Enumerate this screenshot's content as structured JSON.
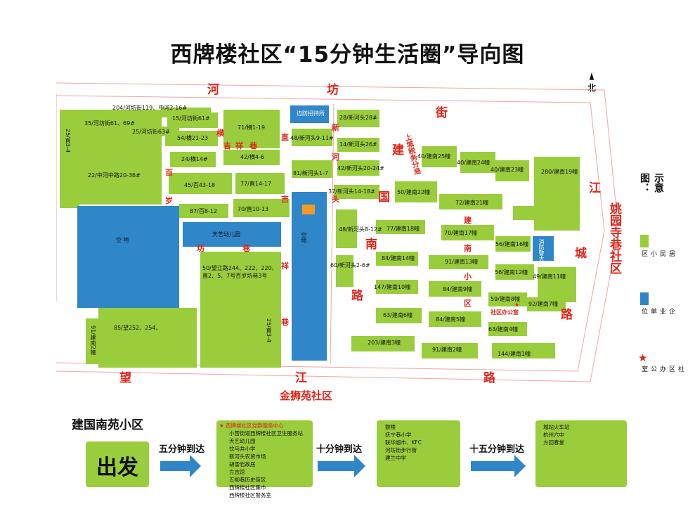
{
  "title": "西牌楼社区“15分钟生活圈”导向图",
  "north": {
    "arrow": "▲",
    "label": "北"
  },
  "roads": {
    "he": "河",
    "fang": "坊",
    "jie": "街",
    "jian1": "建",
    "guo1": "国",
    "nan1": "南",
    "lu1": "路",
    "jiang2": "江",
    "cheng2": "城",
    "lu2": "路",
    "wang": "望",
    "jiang3": "江",
    "lu3": "路",
    "bai": "百",
    "sui": "岁",
    "fang2": "坊",
    "xiang2": "巷",
    "ji": "吉",
    "xiang3": "祥",
    "xiang3b": "巷",
    "zhi1": "直",
    "ji2": "吉",
    "xiang4": "祥",
    "xiang5": "巷",
    "heng": "横",
    "xin": "新",
    "he2": "河",
    "tou": "头",
    "inner_jian": "建",
    "inner_nan": "南",
    "inner_xiao": "小",
    "inner_qu": "区"
  },
  "neighbors": {
    "yaoyuan": "姚园寺巷社区",
    "jinshiyuan": "金狮苑社区",
    "shangcheng": "上城税务分局"
  },
  "blocks": {
    "b204": "204/河坊街119、中河2-16#",
    "b35": "35/河坊街61、69#",
    "b15": "15/河坊街61#",
    "b25h": "25/河坊街63#",
    "b25v": "25/直3-4",
    "b71": "71/横1-19",
    "b54": "54/横21-23",
    "b24": "24/横14#",
    "b42": "42/横4-6",
    "b22": "22/中河中路20-36#",
    "b45": "45/百43-18",
    "b77": "77/直14-17",
    "b87": "87/百8-12",
    "b70": "70/直10-13",
    "kong1": "空   地",
    "tianyi": "天艺幼儿园",
    "b50": "50/望江路244、222、220、直2、5、7号百岁坊巷3号",
    "b85": "85/望252、254、",
    "b91v": "91/建南2幢",
    "b25v2": "25/直3-4",
    "biansheng": "边防招待所",
    "b28": "28/新河头28#",
    "b48a": "48/新河头9-11#",
    "b14": "14/新河头26#",
    "b81": "81/新河头1-7",
    "b42b": "42/新河头20-24#",
    "b37": "37/新河头14-18#",
    "kong2": "空地",
    "b48b": "48/新河头8-12#",
    "b60": "60/新河头2-6#",
    "b40a": "40/建南25幢",
    "b40b": "40/建南24幢",
    "b40c": "40/建南23幢",
    "b280": "280/建南19幢",
    "b50b": "50/建南22幢",
    "b72": "72/建南21幢",
    "b77b": "77/建南18幢",
    "b70b": "70/建南17幢",
    "b56a": "56/建南16幢",
    "police": "消防警大队",
    "b84a": "84/建南14幢",
    "b91b": "91/建南13幢",
    "b56b": "56/建南12幢",
    "b49": "49/建南11幢",
    "b147": "147/建南10幢",
    "b84b": "84/建南9幢",
    "b59": "59/建南8幢",
    "b92": "92/建南7幢",
    "office": "社区办公室",
    "b63a": "63/建南6幢",
    "b84c": "84/建南5幢",
    "b63b": "63/建南4幢",
    "b203": "203/建南3幢",
    "b91c": "91/建南2幢",
    "b144": "144/建南1幢"
  },
  "legend": {
    "title": "示意图：",
    "residential": "居民小区",
    "enterprise": "企业单位",
    "office": "社区办公室",
    "star": "★",
    "colors": {
      "green": "#9acd3c",
      "blue": "#2f86c8",
      "red": "#e0251b"
    }
  },
  "flow": {
    "origin_label": "建国南苑小区",
    "start": "出发",
    "five_min": "五分钟到达",
    "ten_min": "十分钟到达",
    "fifteen_min": "十五分钟到达",
    "five_items": [
      "★ 西牌楼社区党群服务中心",
      "小营街道西牌楼社区卫生服务站",
      "天艺幼儿园",
      "饮马井小学",
      "新河头农贸市场",
      "胡雪岩故居",
      "方志馆",
      "五柳巷历史街区",
      "西牌楼社区集市",
      "西牌楼社区警务室"
    ],
    "ten_items": [
      "鼓楼",
      "抚宁巷小学",
      "联华超市、KFC",
      "河坊街步行街",
      "建兰中学"
    ],
    "fifteen_items": [
      "城站火车站",
      "杭州六中",
      "方回春堂"
    ]
  }
}
